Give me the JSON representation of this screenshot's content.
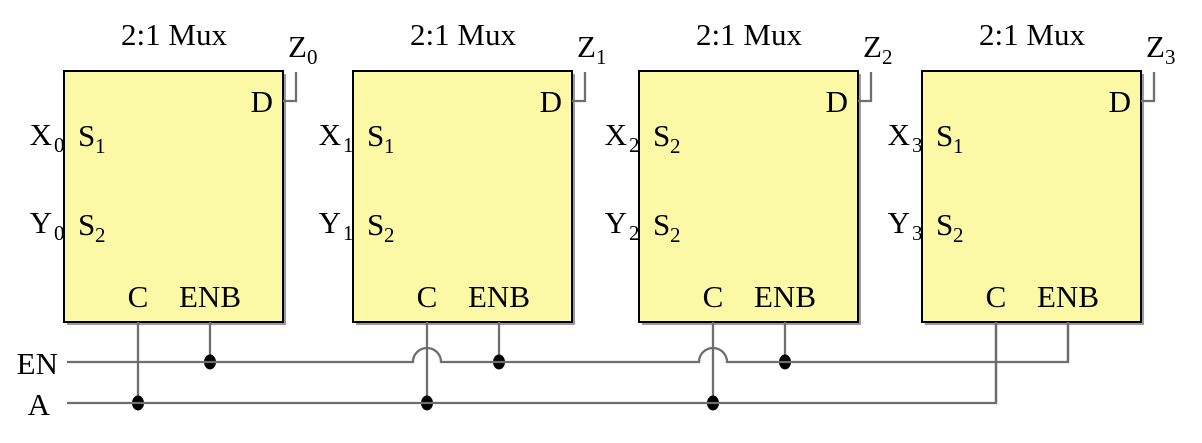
{
  "muxes": [
    {
      "title": "2:1 Mux",
      "output": {
        "base": "Z",
        "sub": "0"
      },
      "d_pin": "D",
      "x_input": {
        "base": "X",
        "sub": "0"
      },
      "s1_pin": {
        "base": "S",
        "sub": "1"
      },
      "y_input": {
        "base": "Y",
        "sub": "0"
      },
      "s2_pin": {
        "base": "S",
        "sub": "2"
      },
      "c_pin": "C",
      "enb_pin": "ENB"
    },
    {
      "title": "2:1 Mux",
      "output": {
        "base": "Z",
        "sub": "1"
      },
      "d_pin": "D",
      "x_input": {
        "base": "X",
        "sub": "1"
      },
      "s1_pin": {
        "base": "S",
        "sub": "1"
      },
      "y_input": {
        "base": "Y",
        "sub": "1"
      },
      "s2_pin": {
        "base": "S",
        "sub": "2"
      },
      "c_pin": "C",
      "enb_pin": "ENB"
    },
    {
      "title": "2:1 Mux",
      "output": {
        "base": "Z",
        "sub": "2"
      },
      "d_pin": "D",
      "x_input": {
        "base": "X",
        "sub": "2"
      },
      "s1_pin": {
        "base": "S",
        "sub": "2"
      },
      "y_input": {
        "base": "Y",
        "sub": "2"
      },
      "s2_pin": {
        "base": "S",
        "sub": "2"
      },
      "c_pin": "C",
      "enb_pin": "ENB"
    },
    {
      "title": "2:1 Mux",
      "output": {
        "base": "Z",
        "sub": "3"
      },
      "d_pin": "D",
      "x_input": {
        "base": "X",
        "sub": "3"
      },
      "s1_pin": {
        "base": "S",
        "sub": "1"
      },
      "y_input": {
        "base": "Y",
        "sub": "3"
      },
      "s2_pin": {
        "base": "S",
        "sub": "2"
      },
      "c_pin": "C",
      "enb_pin": "ENB"
    }
  ],
  "buses": {
    "en_label": "EN",
    "a_label": "A"
  },
  "colors": {
    "box_fill": "#FBF8A6",
    "box_border": "#000000",
    "shadow": "#9B9B9B",
    "wire": "#6E6E6E",
    "dot": "#000000",
    "text": "#000000",
    "background": "#FFFFFF"
  }
}
